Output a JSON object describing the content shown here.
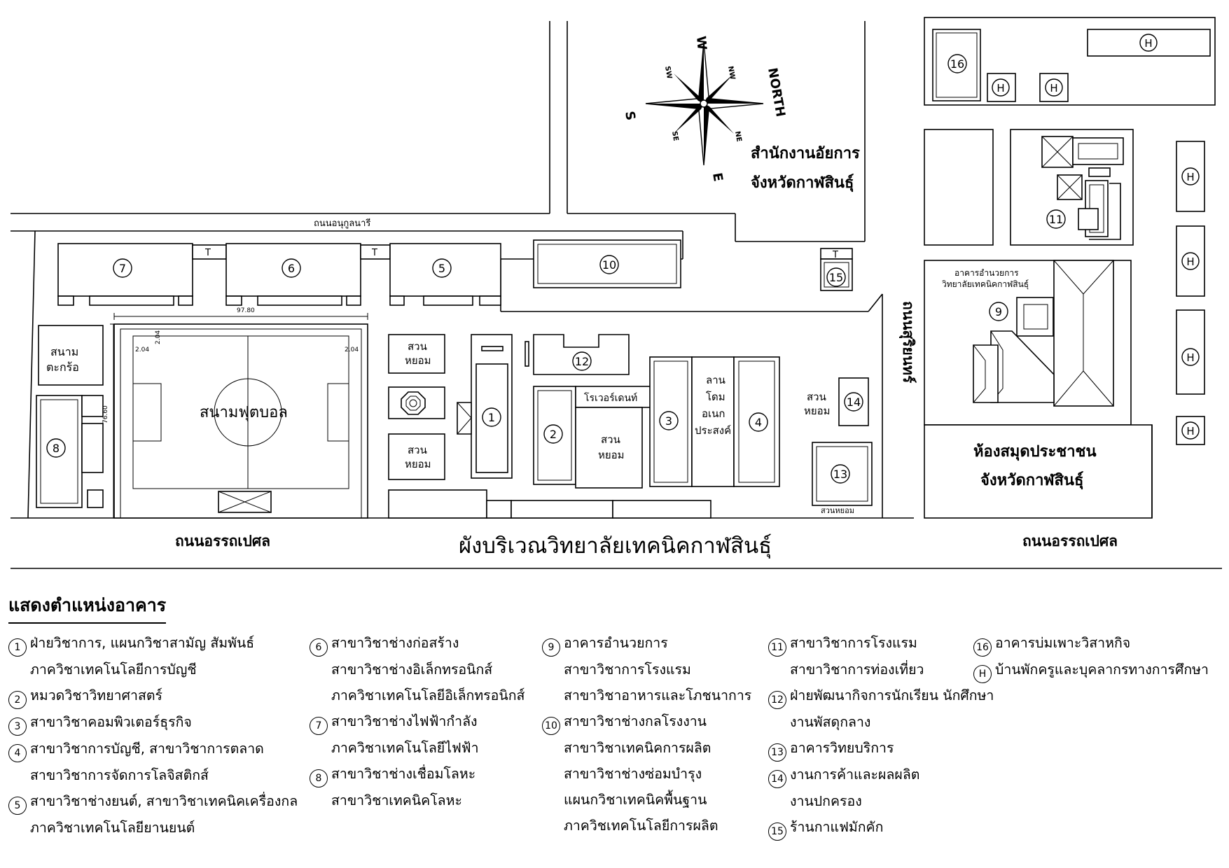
{
  "map_title": "ผังบริเวณวิทยาลัยเทคนิคกาฬสินธุ์",
  "compass": {
    "north": "NORTH",
    "south": "S",
    "east": "E",
    "west": "W",
    "nw": "NW",
    "ne": "NE",
    "sw": "SW",
    "se": "SE"
  },
  "roads": {
    "top": "ถนนอนุกูลนารี",
    "bottom_left": "ถนนอรรถเปศล",
    "bottom_right": "ถนนอรรถเปศล",
    "side": "ถนนสุริยนทร์"
  },
  "places": {
    "prosecutor_line1": "สำนักงานอัยการ",
    "prosecutor_line2": "จังหวัดกาฬสินธุ์",
    "library_line1": "ห้องสมุดประชาชน",
    "library_line2": "จังหวัดกาฬสินธุ์",
    "admin_label_line1": "อาคารอำนวยการ",
    "admin_label_line2": "วิทยาลัยเทคนิคกาฬสินธุ์",
    "football": "สนามฟุตบอล",
    "takraw_line1": "สนาม",
    "takraw_line2": "ตะกร้อ",
    "garden_line1": "สวน",
    "garden_line2": "หยอม",
    "garden_one_line": "สวนหยอม",
    "dome_line1": "ลาน",
    "dome_line2": "โดม",
    "dome_line3": "อเนก",
    "dome_line4": "ประสงค์",
    "rover": "โรเวอร์เดนท์"
  },
  "dimensions": {
    "width": "97.80",
    "length": "76.60",
    "margin_a": "2.04",
    "margin_b": "2.04",
    "margin_c": "2.04"
  },
  "markers": {
    "toilet": "T",
    "house": "H"
  },
  "building_numbers": [
    "1",
    "2",
    "3",
    "4",
    "5",
    "6",
    "7",
    "8",
    "9",
    "10",
    "11",
    "12",
    "13",
    "14",
    "15",
    "16"
  ],
  "legend": {
    "title": "แสดงตำแหน่งอาคาร",
    "items": [
      {
        "num": "1",
        "lines": [
          "ฝ่ายวิชาการ, แผนกวิชาสามัญ สัมพันธ์",
          "ภาควิชาเทคโนโลยีการบัญชี"
        ]
      },
      {
        "num": "2",
        "lines": [
          "หมวดวิชาวิทยาศาสตร์"
        ]
      },
      {
        "num": "3",
        "lines": [
          "สาขาวิชาคอมพิวเตอร์ธุรกิจ"
        ]
      },
      {
        "num": "4",
        "lines": [
          "สาขาวิชาการบัญชี, สาขาวิชาการตลาด",
          "สาขาวิชาการจัดการโลจิสติกส์"
        ]
      },
      {
        "num": "5",
        "lines": [
          "สาขาวิชาช่างยนต์, สาขาวิชาเทคนิคเครื่องกล",
          "ภาควิชาเทคโนโลยียานยนต์"
        ]
      },
      {
        "num": "6",
        "lines": [
          "สาขาวิชาช่างก่อสร้าง",
          "สาขาวิชาช่างอิเล็กทรอนิกส์",
          "ภาควิชาเทคโนโลยีอิเล็กทรอนิกส์"
        ]
      },
      {
        "num": "7",
        "lines": [
          "สาขาวิชาช่างไฟฟ้ากำลัง",
          "ภาควิชาเทคโนโลยีไฟฟ้า"
        ]
      },
      {
        "num": "8",
        "lines": [
          "สาขาวิชาช่างเชื่อมโลหะ",
          "สาขาวิชาเทคนิคโลหะ"
        ]
      },
      {
        "num": "9",
        "lines": [
          "อาคารอำนวยการ",
          "สาขาวิชาการโรงแรม",
          "สาขาวิชาอาหารและโภชนาการ"
        ]
      },
      {
        "num": "10",
        "lines": [
          "สาขาวิชาช่างกลโรงงาน",
          "สาขาวิชาเทคนิคการผลิต",
          "สาขาวิชาช่างซ่อมบำรุง",
          "แผนกวิชาเทคนิคพื้นฐาน",
          "ภาควิชเทคโนโลยีการผลิต"
        ]
      },
      {
        "num": "11",
        "lines": [
          "สาขาวิชาการโรงแรม",
          "สาขาวิชาการท่องเที่ยว"
        ]
      },
      {
        "num": "12",
        "lines": [
          "ฝ่ายพัฒนากิจการนักเรียน นักศึกษา",
          "งานพัสดุกลาง"
        ]
      },
      {
        "num": "13",
        "lines": [
          "อาคารวิทยบริการ"
        ]
      },
      {
        "num": "14",
        "lines": [
          "งานการค้าและผลผลิต",
          "งานปกครอง"
        ]
      },
      {
        "num": "15",
        "lines": [
          "ร้านกาแฟมักคัก"
        ]
      },
      {
        "num": "16",
        "lines": [
          "อาคารบ่มเพาะวิสาหกิจ"
        ]
      },
      {
        "num": "H",
        "lines": [
          "บ้านพักครูและบุคลากรทางการศึกษา"
        ]
      }
    ]
  }
}
